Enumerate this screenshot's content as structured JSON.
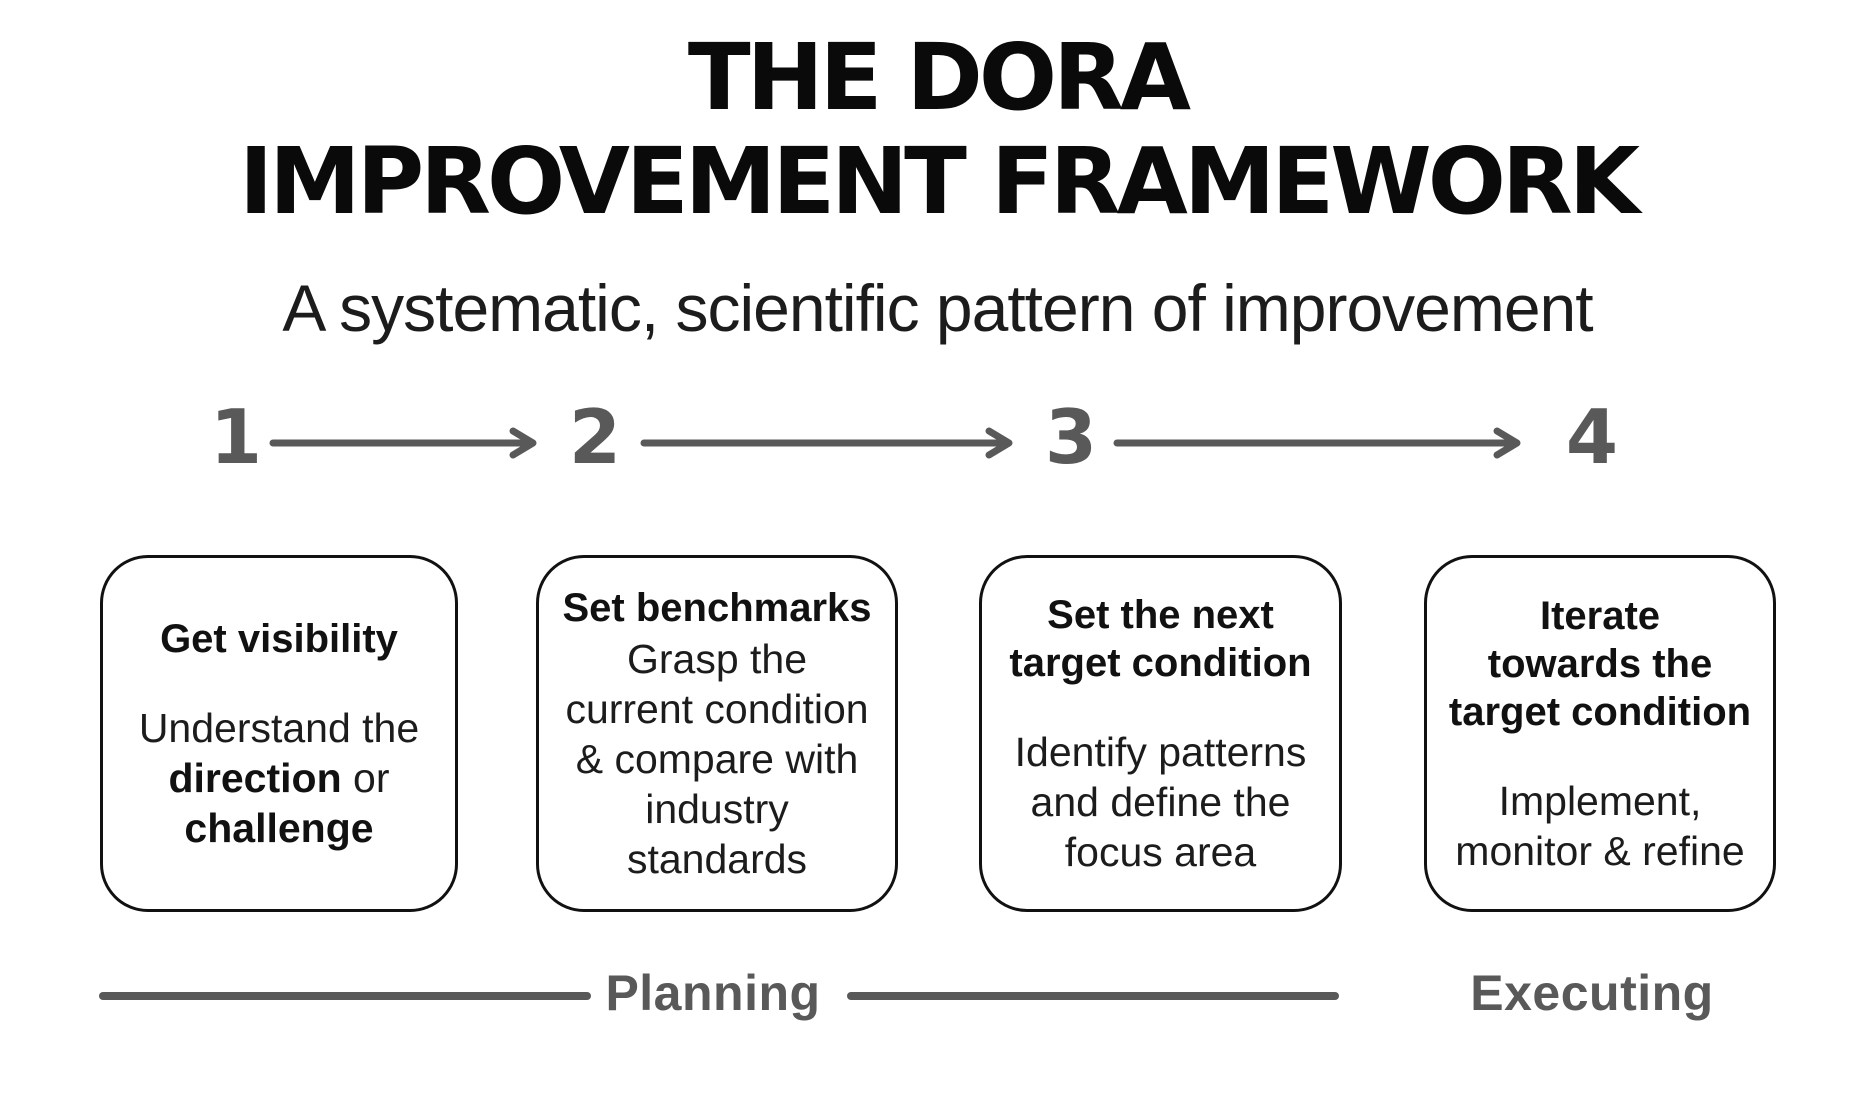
{
  "page": {
    "title_line1": "THE DORA",
    "title_line2": "IMPROVEMENT FRAMEWORK",
    "subtitle": "A systematic, scientific pattern of improvement"
  },
  "steps": {
    "numbers": [
      "1",
      "2",
      "3",
      "4"
    ]
  },
  "cards": [
    {
      "step": "1",
      "title": "Get visibility",
      "body": {
        "s0": "Understand the\n",
        "s1": "direction",
        "s2": " or\n",
        "s3": "challenge"
      }
    },
    {
      "step": "2",
      "title": "Set benchmarks",
      "body": "Grasp the\ncurrent condition\n& compare with\nindustry\nstandards"
    },
    {
      "step": "3",
      "title": "Set the next\ntarget condition",
      "body": "Identify patterns\nand define the\nfocus area"
    },
    {
      "step": "4",
      "title": "Iterate\ntowards the\ntarget condition",
      "body": "Implement,\nmonitor & refine"
    }
  ],
  "phases": {
    "planning_label": "Planning",
    "executing_label": "Executing"
  },
  "colors": {
    "text_black": "#111111",
    "accent_gray": "#595959",
    "background": "#ffffff"
  }
}
